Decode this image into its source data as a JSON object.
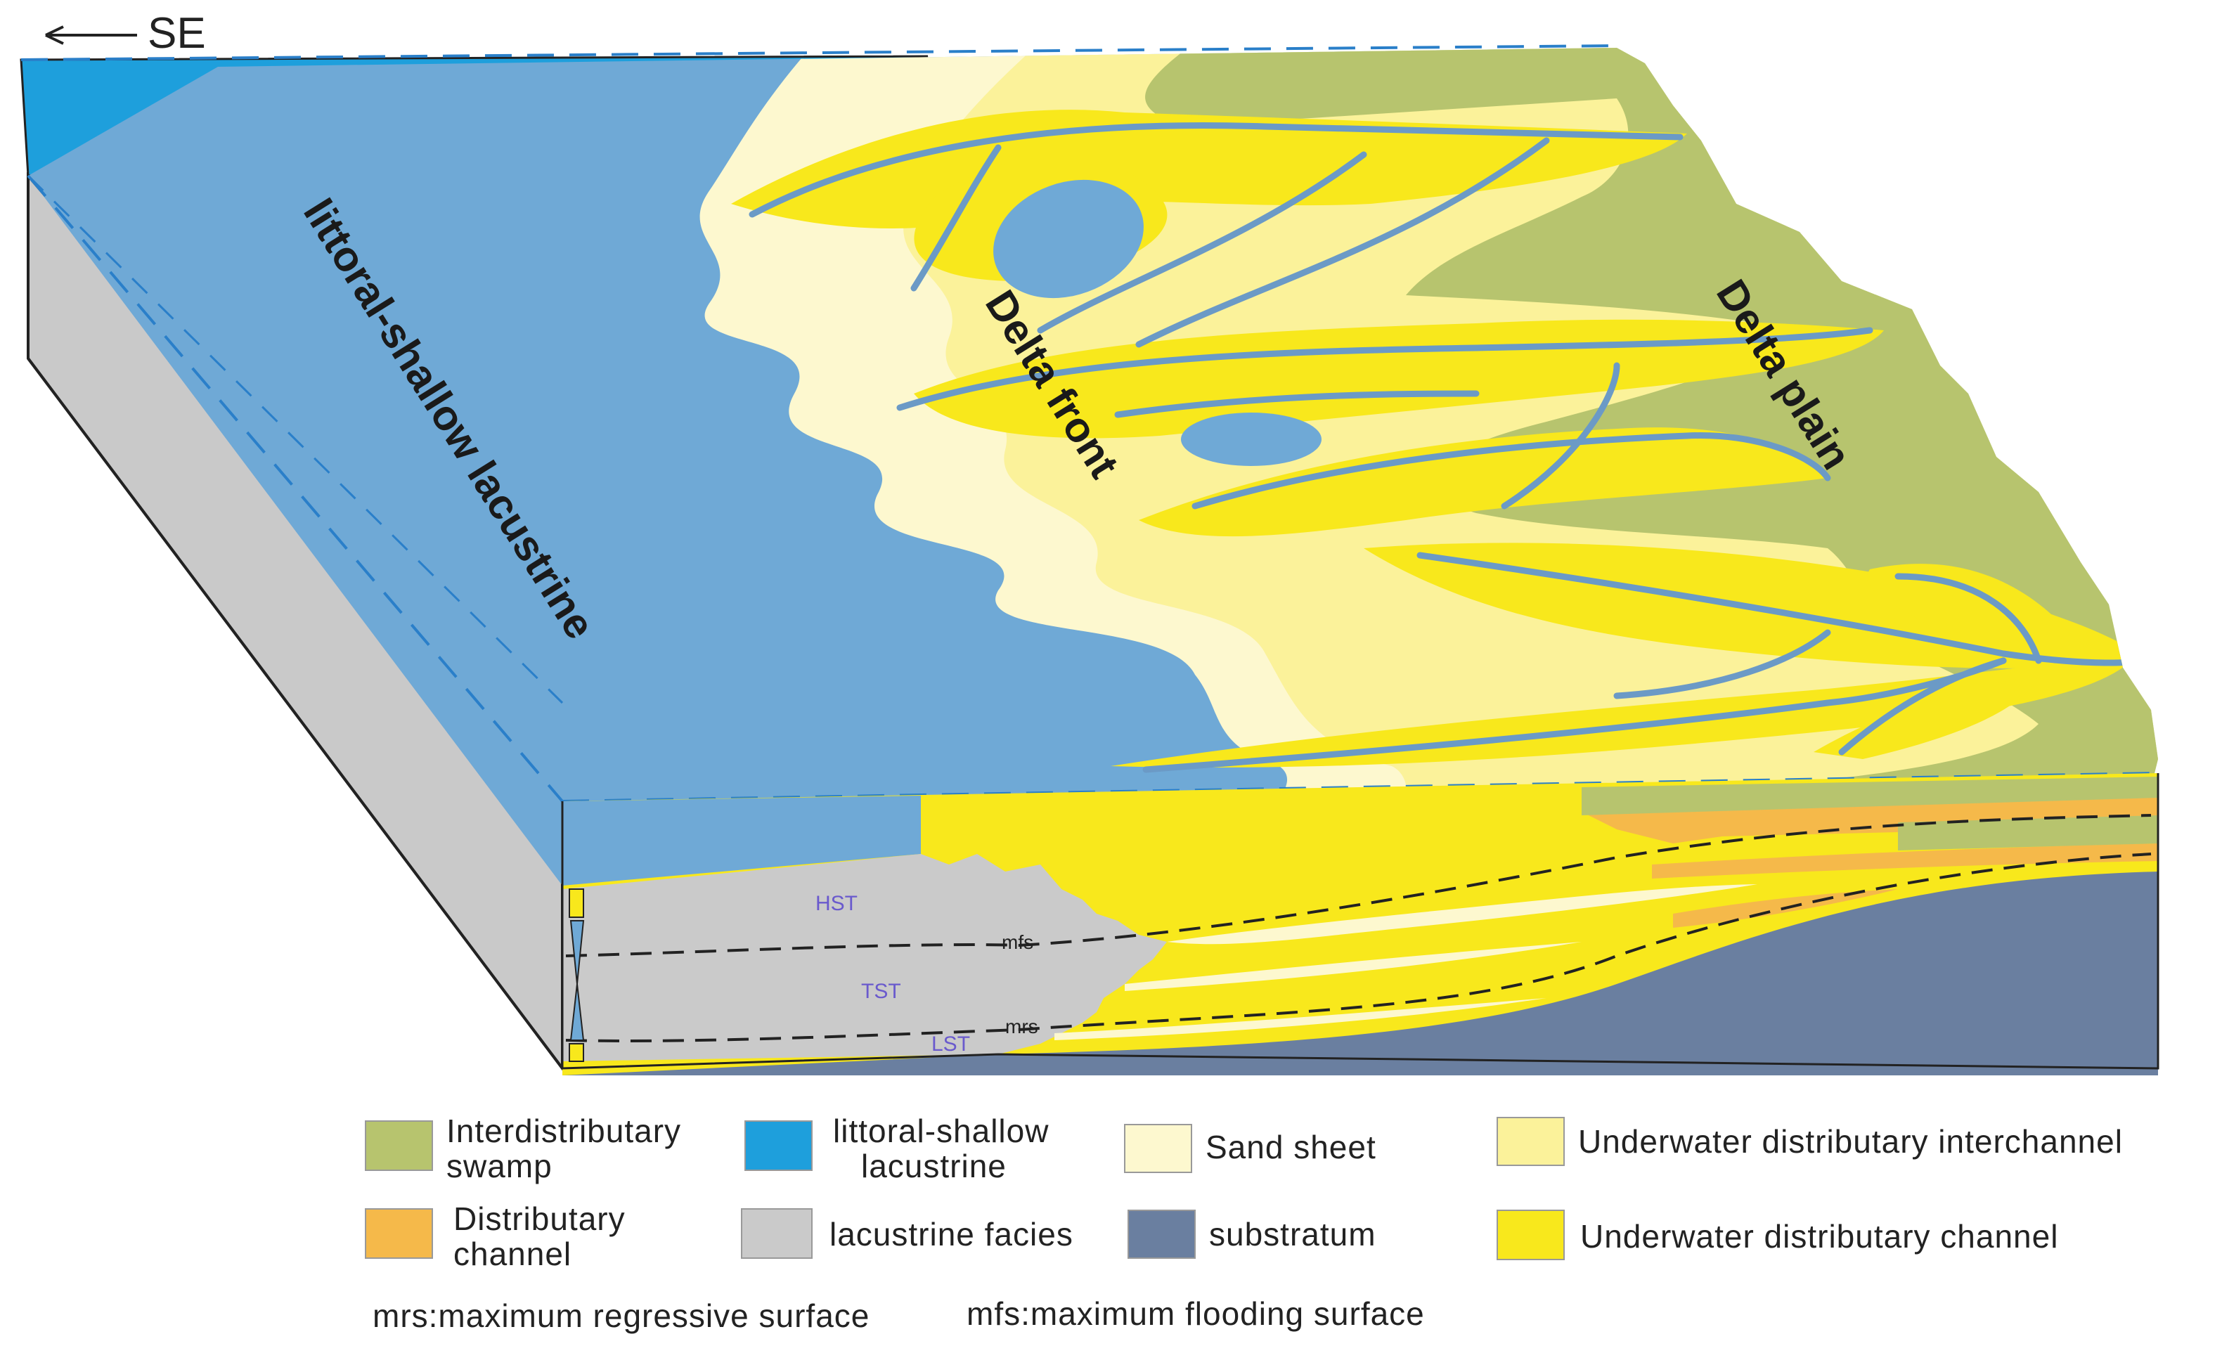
{
  "orientation": {
    "arrow_label": "SE"
  },
  "zones": {
    "lacustrine": "littoral-shallow lacustrine",
    "front": "Delta front",
    "plain": "Delta plain"
  },
  "sequence_labels": {
    "hst": "HST",
    "tst": "TST",
    "lst": "LST",
    "mfs": "mfs",
    "mrs": "mrs"
  },
  "legend": {
    "items": [
      {
        "id": "swamp",
        "line1": "Interdistributary",
        "line2": "swamp",
        "color": "#b7c46e"
      },
      {
        "id": "littoral",
        "line1": "littoral-shallow",
        "line2": "lacustrine",
        "color": "#1e9fdc"
      },
      {
        "id": "sand",
        "line1": "Sand sheet",
        "line2": "",
        "color": "#fdf8cf"
      },
      {
        "id": "interchannel",
        "line1": "Underwater distributary interchannel",
        "line2": "",
        "color": "#fbf29a"
      },
      {
        "id": "channel",
        "line1": "Distributary",
        "line2": "channel",
        "color": "#f5b94a"
      },
      {
        "id": "lacustrine",
        "line1": "lacustrine facies",
        "line2": "",
        "color": "#cacaca"
      },
      {
        "id": "substratum",
        "line1": "substratum",
        "line2": "",
        "color": "#6a7fa0"
      },
      {
        "id": "uwchannel",
        "line1": "Underwater distributary channel",
        "line2": "",
        "color": "#f8e81c"
      }
    ],
    "notes": {
      "mrs": "mrs:maximum regressive surface",
      "mfs": "mfs:maximum flooding surface"
    }
  },
  "colors": {
    "lake": "#6fa9d6",
    "lake_deep": "#1e9fdc",
    "side_grey": "#c9c9c9",
    "channel_line": "#6b9ac6"
  }
}
